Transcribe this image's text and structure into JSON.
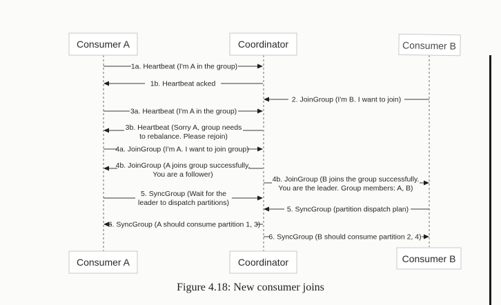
{
  "participants": {
    "consumer_a": "Consumer A",
    "coordinator": "Coordinator",
    "consumer_b": "Consumer B"
  },
  "messages": [
    {
      "id": "1a",
      "from": "consumer_a",
      "to": "coordinator",
      "lines": [
        "1a. Heartbeat (I'm A in the group)"
      ]
    },
    {
      "id": "1b",
      "from": "coordinator",
      "to": "consumer_a",
      "lines": [
        "1b. Heartbeat acked"
      ]
    },
    {
      "id": "2",
      "from": "consumer_b",
      "to": "coordinator",
      "lines": [
        "2. JoinGroup (I'm B. I want to join)"
      ]
    },
    {
      "id": "3a",
      "from": "consumer_a",
      "to": "coordinator",
      "lines": [
        "3a. Heartbeat (I'm A in the group)"
      ]
    },
    {
      "id": "3b",
      "from": "coordinator",
      "to": "consumer_a",
      "lines": [
        "3b. Heartbeat (Sorry A, group needs",
        "to rebalance. Please rejoin)"
      ]
    },
    {
      "id": "4a",
      "from": "consumer_a",
      "to": "coordinator",
      "lines": [
        "4a. JoinGroup (I'm A. I want to join group)"
      ]
    },
    {
      "id": "4b_a",
      "from": "coordinator",
      "to": "consumer_a",
      "lines": [
        "4b. JoinGroup (A joins group successfully.",
        "You are a follower)"
      ]
    },
    {
      "id": "4b_b",
      "from": "coordinator",
      "to": "consumer_b",
      "lines": [
        "4b. JoinGroup (B joins the group successfully.",
        "You are the leader. Group members: A, B)"
      ]
    },
    {
      "id": "5a",
      "from": "consumer_a",
      "to": "coordinator",
      "lines": [
        "5. SyncGroup (Wait for the",
        "leader to dispatch partitions)"
      ]
    },
    {
      "id": "5b",
      "from": "consumer_b",
      "to": "coordinator",
      "lines": [
        "5. SyncGroup (partition dispatch plan)"
      ]
    },
    {
      "id": "6a",
      "from": "coordinator",
      "to": "consumer_a",
      "lines": [
        "6. SyncGroup (A should consume partition 1, 3)"
      ]
    },
    {
      "id": "6b",
      "from": "coordinator",
      "to": "consumer_b",
      "lines": [
        "6. SyncGroup (B should consume partition 2, 4)"
      ]
    }
  ],
  "caption": "Figure 4.18: New consumer joins"
}
